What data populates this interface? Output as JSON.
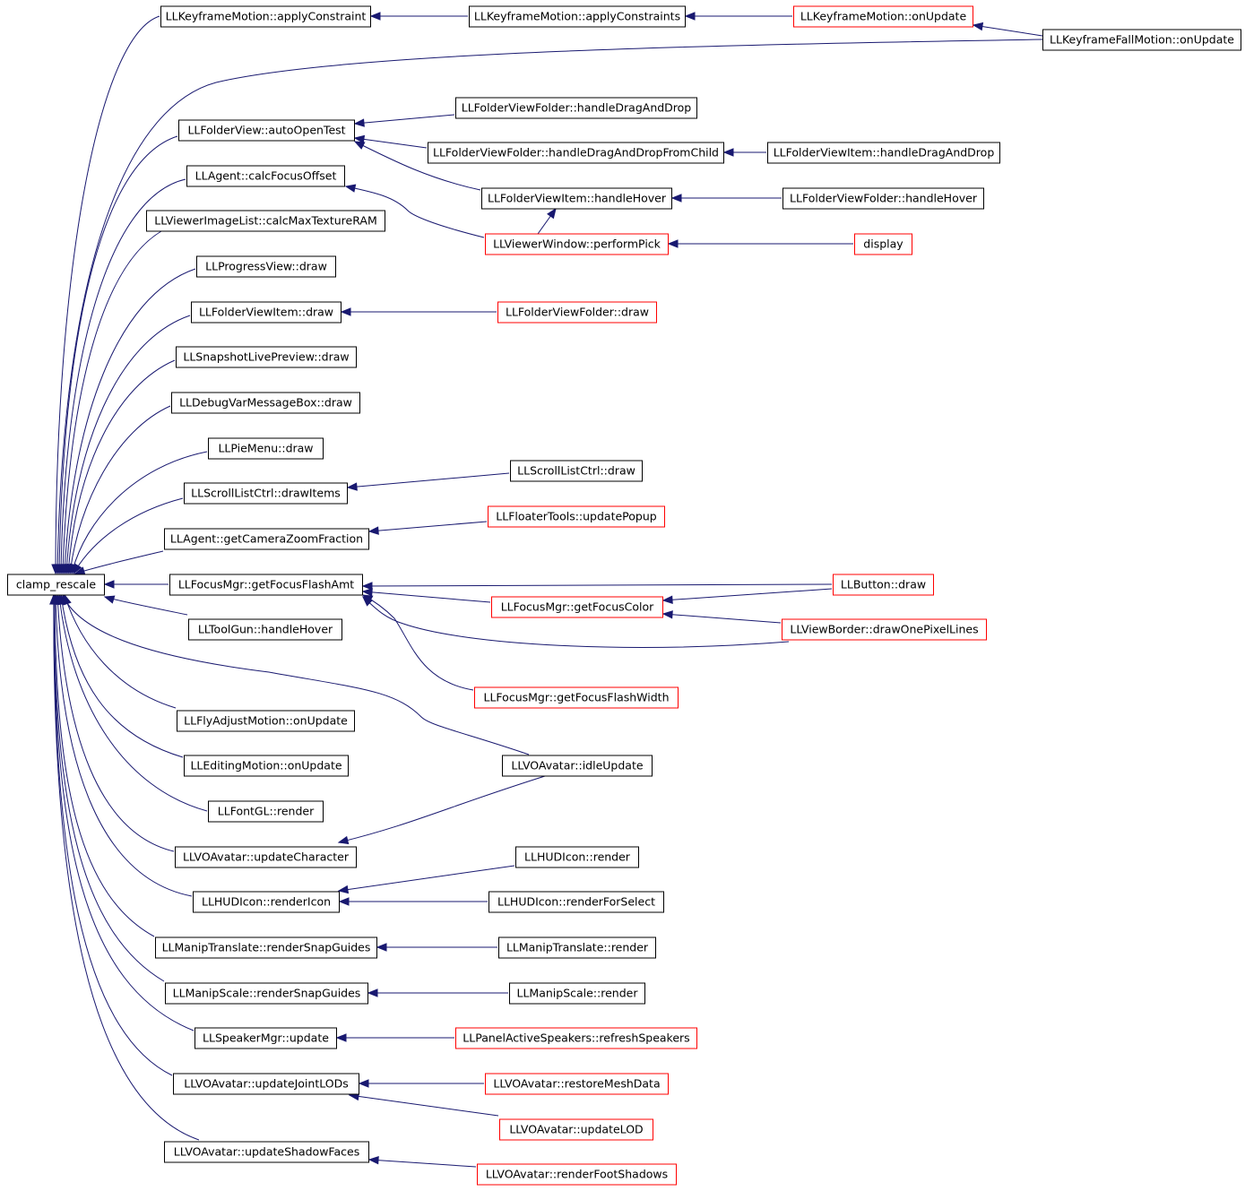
{
  "graph": {
    "root": "clamp_rescale",
    "colors": {
      "edge": "#191970",
      "root_fill": "#bfbfbf",
      "node_border": "#000000",
      "truncated_border": "#ff0000",
      "text": "#000000"
    },
    "nodes": [
      {
        "id": "n0",
        "label": "clamp_rescale",
        "root": true
      },
      {
        "id": "n1",
        "label": "LLKeyframeMotion::applyConstraint"
      },
      {
        "id": "n2",
        "label": "LLKeyframeMotion::applyConstraints"
      },
      {
        "id": "n3",
        "label": "LLKeyframeMotion::onUpdate",
        "truncated": true
      },
      {
        "id": "n4",
        "label": "LLKeyframeFallMotion::onUpdate"
      },
      {
        "id": "n5",
        "label": "LLFolderView::autoOpenTest"
      },
      {
        "id": "n6",
        "label": "LLFolderViewFolder::handleDragAndDrop"
      },
      {
        "id": "n7",
        "label": "LLFolderViewFolder::handleDragAndDropFromChild"
      },
      {
        "id": "n8",
        "label": "LLFolderViewItem::handleDragAndDrop"
      },
      {
        "id": "n9",
        "label": "LLFolderViewItem::handleHover"
      },
      {
        "id": "n10",
        "label": "LLFolderViewFolder::handleHover"
      },
      {
        "id": "n11",
        "label": "LLAgent::calcFocusOffset"
      },
      {
        "id": "n12",
        "label": "LLViewerWindow::performPick",
        "truncated": true
      },
      {
        "id": "n13",
        "label": "display",
        "truncated": true
      },
      {
        "id": "n14",
        "label": "LLViewerImageList::calcMaxTextureRAM"
      },
      {
        "id": "n15",
        "label": "LLProgressView::draw"
      },
      {
        "id": "n16",
        "label": "LLFolderViewItem::draw"
      },
      {
        "id": "n17",
        "label": "LLFolderViewFolder::draw",
        "truncated": true
      },
      {
        "id": "n18",
        "label": "LLSnapshotLivePreview::draw"
      },
      {
        "id": "n19",
        "label": "LLDebugVarMessageBox::draw"
      },
      {
        "id": "n20",
        "label": "LLPieMenu::draw"
      },
      {
        "id": "n21",
        "label": "LLScrollListCtrl::drawItems"
      },
      {
        "id": "n22",
        "label": "LLScrollListCtrl::draw"
      },
      {
        "id": "n23",
        "label": "LLAgent::getCameraZoomFraction"
      },
      {
        "id": "n24",
        "label": "LLFloaterTools::updatePopup",
        "truncated": true
      },
      {
        "id": "n25",
        "label": "LLFocusMgr::getFocusFlashAmt"
      },
      {
        "id": "n26",
        "label": "LLButton::draw",
        "truncated": true
      },
      {
        "id": "n27",
        "label": "LLFocusMgr::getFocusColor",
        "truncated": true
      },
      {
        "id": "n28",
        "label": "LLViewBorder::drawOnePixelLines",
        "truncated": true
      },
      {
        "id": "n29",
        "label": "LLFocusMgr::getFocusFlashWidth",
        "truncated": true
      },
      {
        "id": "n30",
        "label": "LLToolGun::handleHover"
      },
      {
        "id": "n31",
        "label": "LLFlyAdjustMotion::onUpdate"
      },
      {
        "id": "n32",
        "label": "LLVOAvatar::idleUpdate"
      },
      {
        "id": "n33",
        "label": "LLEditingMotion::onUpdate"
      },
      {
        "id": "n34",
        "label": "LLFontGL::render"
      },
      {
        "id": "n35",
        "label": "LLVOAvatar::updateCharacter"
      },
      {
        "id": "n36",
        "label": "LLHUDIcon::render"
      },
      {
        "id": "n37",
        "label": "LLHUDIcon::renderIcon"
      },
      {
        "id": "n38",
        "label": "LLHUDIcon::renderForSelect"
      },
      {
        "id": "n39",
        "label": "LLManipTranslate::renderSnapGuides"
      },
      {
        "id": "n40",
        "label": "LLManipTranslate::render"
      },
      {
        "id": "n41",
        "label": "LLManipScale::renderSnapGuides"
      },
      {
        "id": "n42",
        "label": "LLManipScale::render"
      },
      {
        "id": "n43",
        "label": "LLSpeakerMgr::update"
      },
      {
        "id": "n44",
        "label": "LLPanelActiveSpeakers::refreshSpeakers",
        "truncated": true
      },
      {
        "id": "n45",
        "label": "LLVOAvatar::updateJointLODs"
      },
      {
        "id": "n46",
        "label": "LLVOAvatar::restoreMeshData",
        "truncated": true
      },
      {
        "id": "n47",
        "label": "LLVOAvatar::updateLOD",
        "truncated": true
      },
      {
        "id": "n48",
        "label": "LLVOAvatar::updateShadowFaces"
      },
      {
        "id": "n49",
        "label": "LLVOAvatar::renderFootShadows",
        "truncated": true
      }
    ],
    "edges": [
      {
        "from": "n1",
        "to": "n0"
      },
      {
        "from": "n2",
        "to": "n1"
      },
      {
        "from": "n3",
        "to": "n2"
      },
      {
        "from": "n4",
        "to": "n3"
      },
      {
        "from": "n4",
        "to": "n0"
      },
      {
        "from": "n5",
        "to": "n0"
      },
      {
        "from": "n6",
        "to": "n5"
      },
      {
        "from": "n7",
        "to": "n5"
      },
      {
        "from": "n8",
        "to": "n7"
      },
      {
        "from": "n9",
        "to": "n5"
      },
      {
        "from": "n10",
        "to": "n9"
      },
      {
        "from": "n11",
        "to": "n0"
      },
      {
        "from": "n12",
        "to": "n11"
      },
      {
        "from": "n12",
        "to": "n9"
      },
      {
        "from": "n13",
        "to": "n12"
      },
      {
        "from": "n14",
        "to": "n0"
      },
      {
        "from": "n15",
        "to": "n0"
      },
      {
        "from": "n16",
        "to": "n0"
      },
      {
        "from": "n17",
        "to": "n16"
      },
      {
        "from": "n18",
        "to": "n0"
      },
      {
        "from": "n19",
        "to": "n0"
      },
      {
        "from": "n20",
        "to": "n0"
      },
      {
        "from": "n21",
        "to": "n0"
      },
      {
        "from": "n22",
        "to": "n21"
      },
      {
        "from": "n23",
        "to": "n0"
      },
      {
        "from": "n24",
        "to": "n23"
      },
      {
        "from": "n25",
        "to": "n0"
      },
      {
        "from": "n26",
        "to": "n25"
      },
      {
        "from": "n27",
        "to": "n25"
      },
      {
        "from": "n28",
        "to": "n25"
      },
      {
        "from": "n29",
        "to": "n25"
      },
      {
        "from": "n26",
        "to": "n27"
      },
      {
        "from": "n28",
        "to": "n27"
      },
      {
        "from": "n30",
        "to": "n0"
      },
      {
        "from": "n31",
        "to": "n0"
      },
      {
        "from": "n32",
        "to": "n0"
      },
      {
        "from": "n33",
        "to": "n0"
      },
      {
        "from": "n34",
        "to": "n0"
      },
      {
        "from": "n35",
        "to": "n0"
      },
      {
        "from": "n32",
        "to": "n35"
      },
      {
        "from": "n37",
        "to": "n0"
      },
      {
        "from": "n36",
        "to": "n37"
      },
      {
        "from": "n38",
        "to": "n37"
      },
      {
        "from": "n39",
        "to": "n0"
      },
      {
        "from": "n40",
        "to": "n39"
      },
      {
        "from": "n41",
        "to": "n0"
      },
      {
        "from": "n42",
        "to": "n41"
      },
      {
        "from": "n43",
        "to": "n0"
      },
      {
        "from": "n44",
        "to": "n43"
      },
      {
        "from": "n45",
        "to": "n0"
      },
      {
        "from": "n46",
        "to": "n45"
      },
      {
        "from": "n47",
        "to": "n45"
      },
      {
        "from": "n48",
        "to": "n0"
      },
      {
        "from": "n49",
        "to": "n48"
      }
    ]
  }
}
